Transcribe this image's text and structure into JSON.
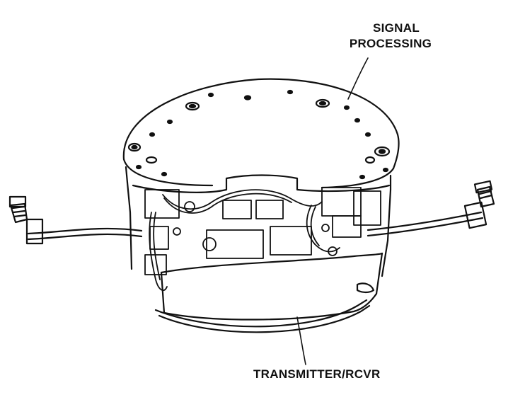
{
  "diagram": {
    "labels": {
      "signal_line1": "SIGNAL",
      "signal_line2": "PROCESSING",
      "transmitter": "TRANSMITTER/RCVR"
    },
    "ink_color": "#111111",
    "background": "#ffffff"
  }
}
